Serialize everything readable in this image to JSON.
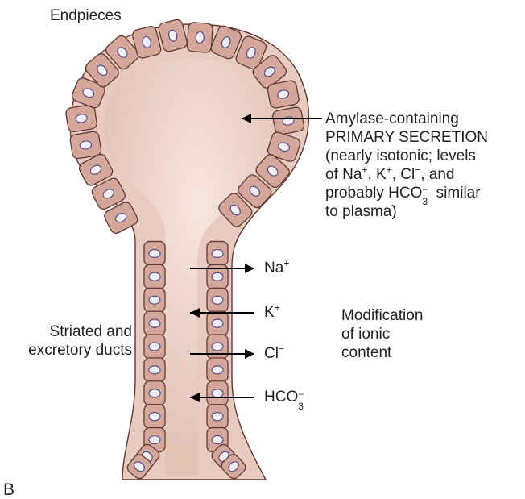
{
  "labels": {
    "endpieces": "Endpieces",
    "primary": {
      "line1": "Amylase-containing",
      "line2": "PRIMARY SECRETION",
      "line3": "(nearly isotonic; levels",
      "line4_a": "of Na",
      "line4_sup1": "+",
      "line4_b": ", K",
      "line4_sup2": "+",
      "line4_c": ", Cl",
      "line4_sup3": "−",
      "line4_d": ", and",
      "line5_a": "probably HCO",
      "line5_sup": "−",
      "line5_sub": "3",
      "line5_b": " similar",
      "line6": "to plasma)"
    },
    "ducts": {
      "line1": "Striated and",
      "line2": "excretory ducts"
    },
    "modification": {
      "line1": "Modification",
      "line2": "of ionic",
      "line3": "content"
    },
    "panel": "B"
  },
  "ions": [
    {
      "base": "Na",
      "sup": "+",
      "sub": "",
      "direction": "out"
    },
    {
      "base": "K",
      "sup": "+",
      "sub": "",
      "direction": "in"
    },
    {
      "base": "Cl",
      "sup": "−",
      "sub": "",
      "direction": "out"
    },
    {
      "base": "HCO",
      "sup": "−",
      "sub": "3",
      "direction": "in"
    }
  ],
  "colors": {
    "lumen": "#e8cbc0",
    "cell_fill": "#d5a79b",
    "cell_stroke": "#5e3a33",
    "nucleus_fill": "#f0eef8",
    "nucleus_stroke": "#5b4f82",
    "arrow": "#000000"
  }
}
